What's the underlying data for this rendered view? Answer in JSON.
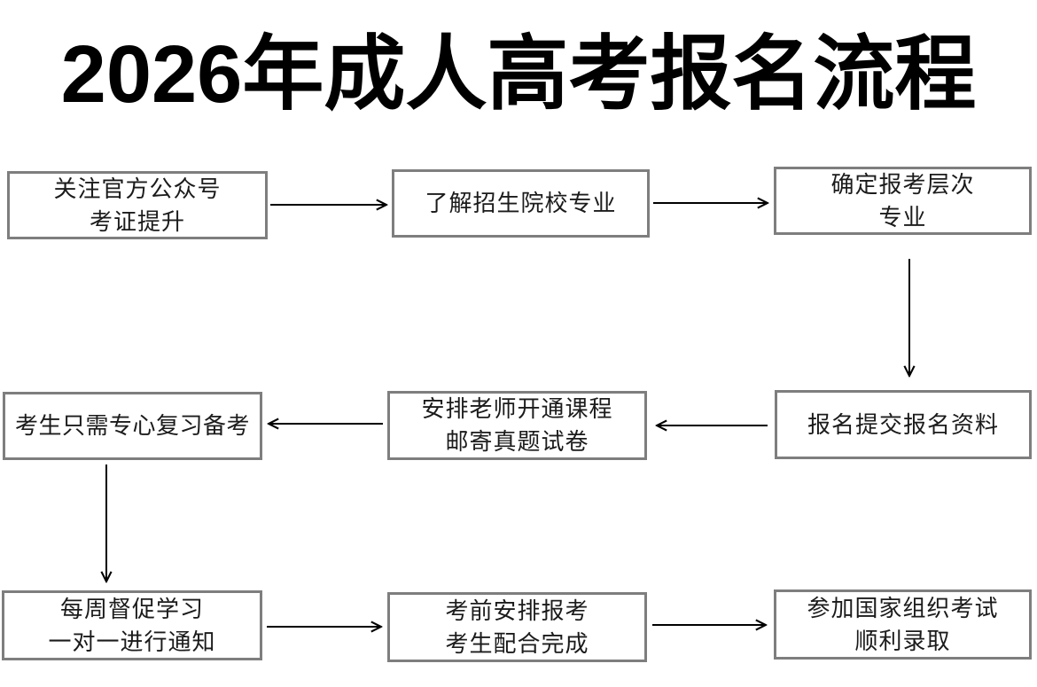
{
  "page": {
    "title": "2026年成人高考报名流程"
  },
  "flow": {
    "boxes": [
      {
        "id": "follow-official-account",
        "lines": [
          "关注官方公众号",
          "考证提升"
        ]
      },
      {
        "id": "learn-college-majors",
        "lines": [
          "了解招生院校专业"
        ]
      },
      {
        "id": "choose-level-major",
        "lines": [
          "确定报考层次",
          "专业"
        ]
      },
      {
        "id": "focus-on-review",
        "lines": [
          "考生只需专心复习备考"
        ]
      },
      {
        "id": "teacher-course-papers",
        "lines": [
          "安排老师开通课程",
          "邮寄真题试卷"
        ]
      },
      {
        "id": "submit-registration",
        "lines": [
          "报名提交报名资料"
        ]
      },
      {
        "id": "weekly-study-reminders",
        "lines": [
          "每周督促学习",
          "一对一进行通知"
        ]
      },
      {
        "id": "pre-exam-arrangement",
        "lines": [
          "考前安排报考",
          "考生配合完成"
        ]
      },
      {
        "id": "national-exam-admission",
        "lines": [
          "参加国家组织考试",
          "顺利录取"
        ]
      }
    ],
    "arrows": [
      {
        "from": "follow-official-account",
        "to": "learn-college-majors"
      },
      {
        "from": "learn-college-majors",
        "to": "choose-level-major"
      },
      {
        "from": "choose-level-major",
        "to": "submit-registration"
      },
      {
        "from": "submit-registration",
        "to": "teacher-course-papers"
      },
      {
        "from": "teacher-course-papers",
        "to": "focus-on-review"
      },
      {
        "from": "focus-on-review",
        "to": "weekly-study-reminders"
      },
      {
        "from": "weekly-study-reminders",
        "to": "pre-exam-arrangement"
      },
      {
        "from": "pre-exam-arrangement",
        "to": "national-exam-admission"
      }
    ],
    "colors": {
      "background": "#ffffff",
      "box_border": "#7e7e7e",
      "arrow": "#000000",
      "text": "#1b1b1b",
      "title": "#000000"
    }
  }
}
